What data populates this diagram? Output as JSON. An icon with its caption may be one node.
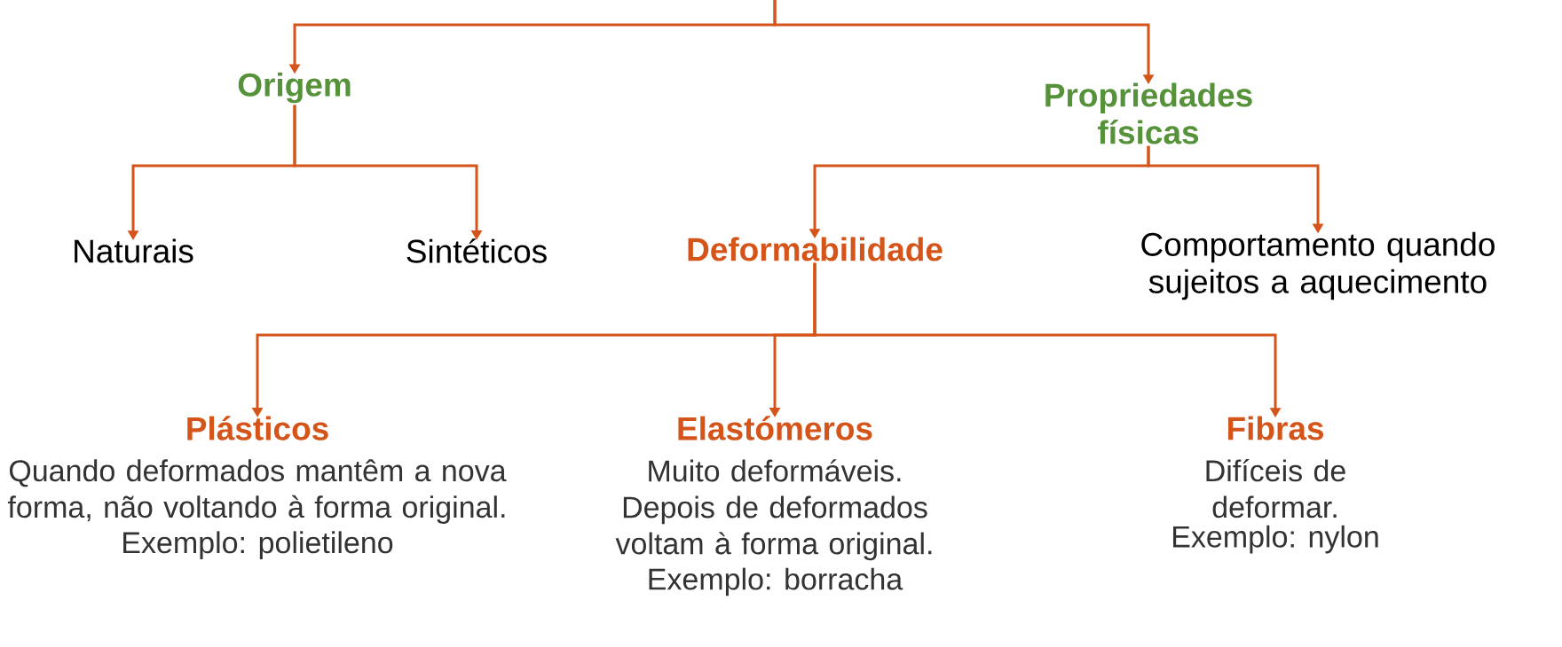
{
  "diagram": {
    "nodes": [
      {
        "text": [
          "Origem"
        ]
      },
      {
        "text": [
          "Propriedades físicas"
        ]
      },
      {
        "text": [
          "Naturais"
        ]
      },
      {
        "text": [
          "Sintéticos"
        ]
      },
      {
        "text": [
          "Deformabilidade"
        ]
      },
      {
        "text": [
          "Comportamento quando sujeitos a aquecimento"
        ]
      },
      {
        "text": [
          "Plásticos"
        ],
        "beside": [
          "Quando deformados mantêm a nova forma, não voltando à forma original.",
          "Exemplo: polietileno"
        ]
      },
      {
        "text": [
          "Elastómeros"
        ],
        "beside": [
          "Muito deformáveis. Depois de deformados voltam à forma original.",
          "Exemplo: borracha"
        ]
      },
      {
        "text": [
          "Fibras"
        ],
        "beside": [
          "Difíceis de deformar.",
          "Exemplo: nylon"
        ]
      }
    ],
    "edges": [
      {
        "from": null,
        "to": 0,
        "arrow": "to"
      },
      {
        "from": null,
        "to": 1,
        "arrow": "to"
      },
      {
        "from": 0,
        "to": 2,
        "arrow": "to"
      },
      {
        "from": 0,
        "to": 3,
        "arrow": "to"
      },
      {
        "from": 1,
        "to": 4,
        "arrow": "to"
      },
      {
        "from": 1,
        "to": 5,
        "arrow": "to"
      },
      {
        "from": 4,
        "to": 6,
        "arrow": "to"
      },
      {
        "from": 4,
        "to": 7,
        "arrow": "to"
      },
      {
        "from": 4,
        "to": 8,
        "arrow": "to"
      }
    ]
  }
}
